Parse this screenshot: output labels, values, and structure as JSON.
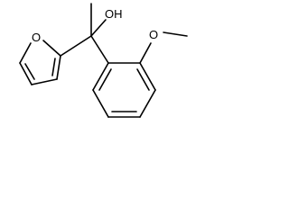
{
  "molecule": {
    "labels": {
      "furan_oxygen": "O",
      "hydroxyl": "OH",
      "methoxy_oxygen": "O"
    }
  }
}
